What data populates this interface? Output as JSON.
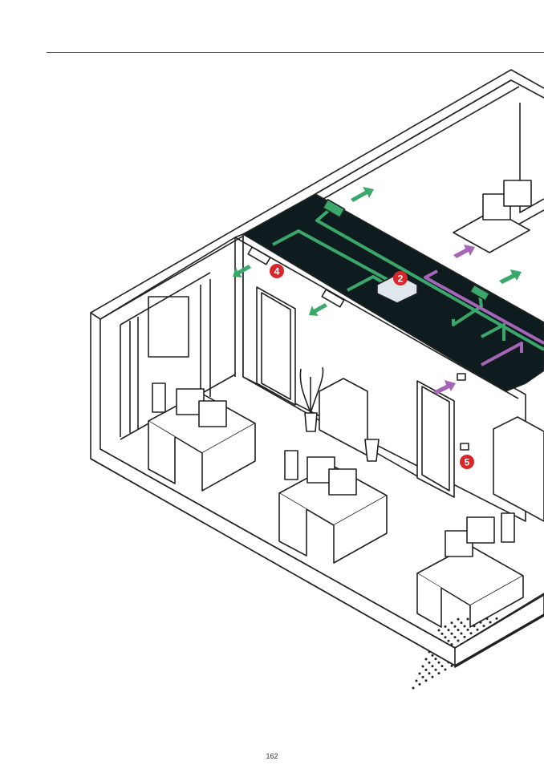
{
  "page": {
    "number": "162"
  },
  "illustration": {
    "markers": [
      {
        "label": "2",
        "meaning": "ceiling-unit"
      },
      {
        "label": "4",
        "meaning": "supply-vent"
      },
      {
        "label": "5",
        "meaning": "wall-control"
      }
    ],
    "colors": {
      "supply": "#3aa86b",
      "extract": "#a566b8",
      "ceiling": "#0e1c1f",
      "marker": "#d8262a",
      "line": "#222222"
    }
  }
}
